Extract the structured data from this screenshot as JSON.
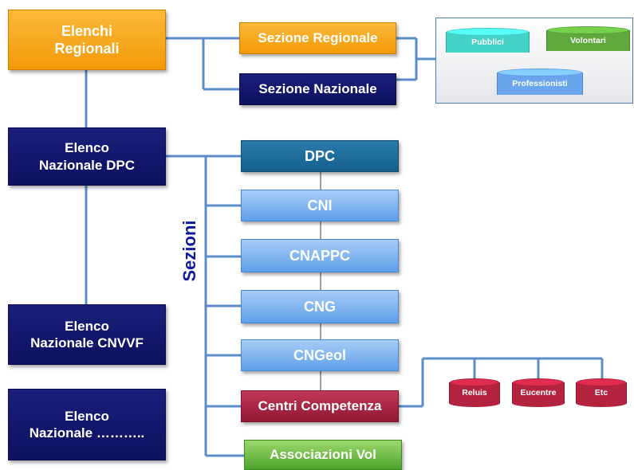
{
  "left_column": {
    "elenchi_regionali": [
      "Elenchi",
      "Regionali"
    ],
    "elenco_dpc": [
      "Elenco",
      "Nazionale DPC"
    ],
    "elenco_cnvvf": [
      "Elenco",
      "Nazionale CNVVF"
    ],
    "elenco_other": [
      "Elenco",
      "Nazionale ……….."
    ]
  },
  "regional_sections": {
    "regionale": "Sezione Regionale",
    "nazionale": "Sezione Nazionale"
  },
  "regional_categories": {
    "pubblici": "Pubblici",
    "volontari": "Volontari",
    "professionisti": "Professionisti"
  },
  "sezioni_label": "Sezioni",
  "sections": {
    "dpc": "DPC",
    "cni": "CNI",
    "cnappc": "CNAPPC",
    "cng": "CNG",
    "cngeol": "CNGeol",
    "centri": "Centri Competenza",
    "associazioni": "Associazioni Vol"
  },
  "centri_members": {
    "reluis": "Reluis",
    "eucentre": "Eucentre",
    "etc": "Etc"
  },
  "colors": {
    "orange": "#f5a623",
    "navy": "#10146b",
    "teal": "#1a6a99",
    "light_blue": "#7fb4f0",
    "crimson": "#a11f3d",
    "green": "#5fb83a",
    "connector": "#5b8cc8"
  }
}
